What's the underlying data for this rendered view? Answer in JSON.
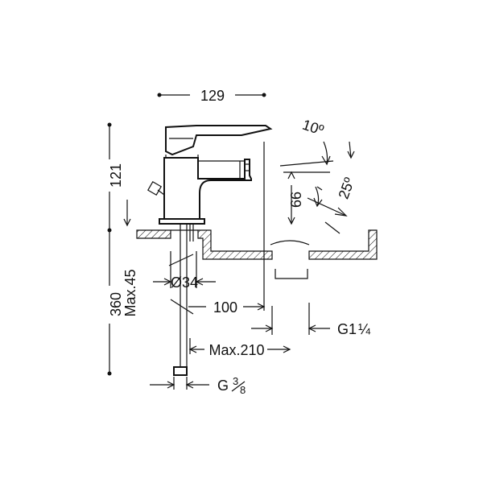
{
  "dimensions": {
    "width_top": "129",
    "height_top": "121",
    "height_total": "360",
    "max_deck": "Max.45",
    "hole_diameter": "Ø34",
    "spout_reach": "100",
    "max_reach": "Max.210",
    "outlet_thread": "G1",
    "outlet_fraction": "¼",
    "supply_thread": "G",
    "supply_fraction_num": "3",
    "supply_fraction_den": "8",
    "spout_height": "66",
    "angle_small": "10º",
    "angle_large": "25º"
  },
  "colors": {
    "line": "#111111",
    "background": "#ffffff"
  }
}
